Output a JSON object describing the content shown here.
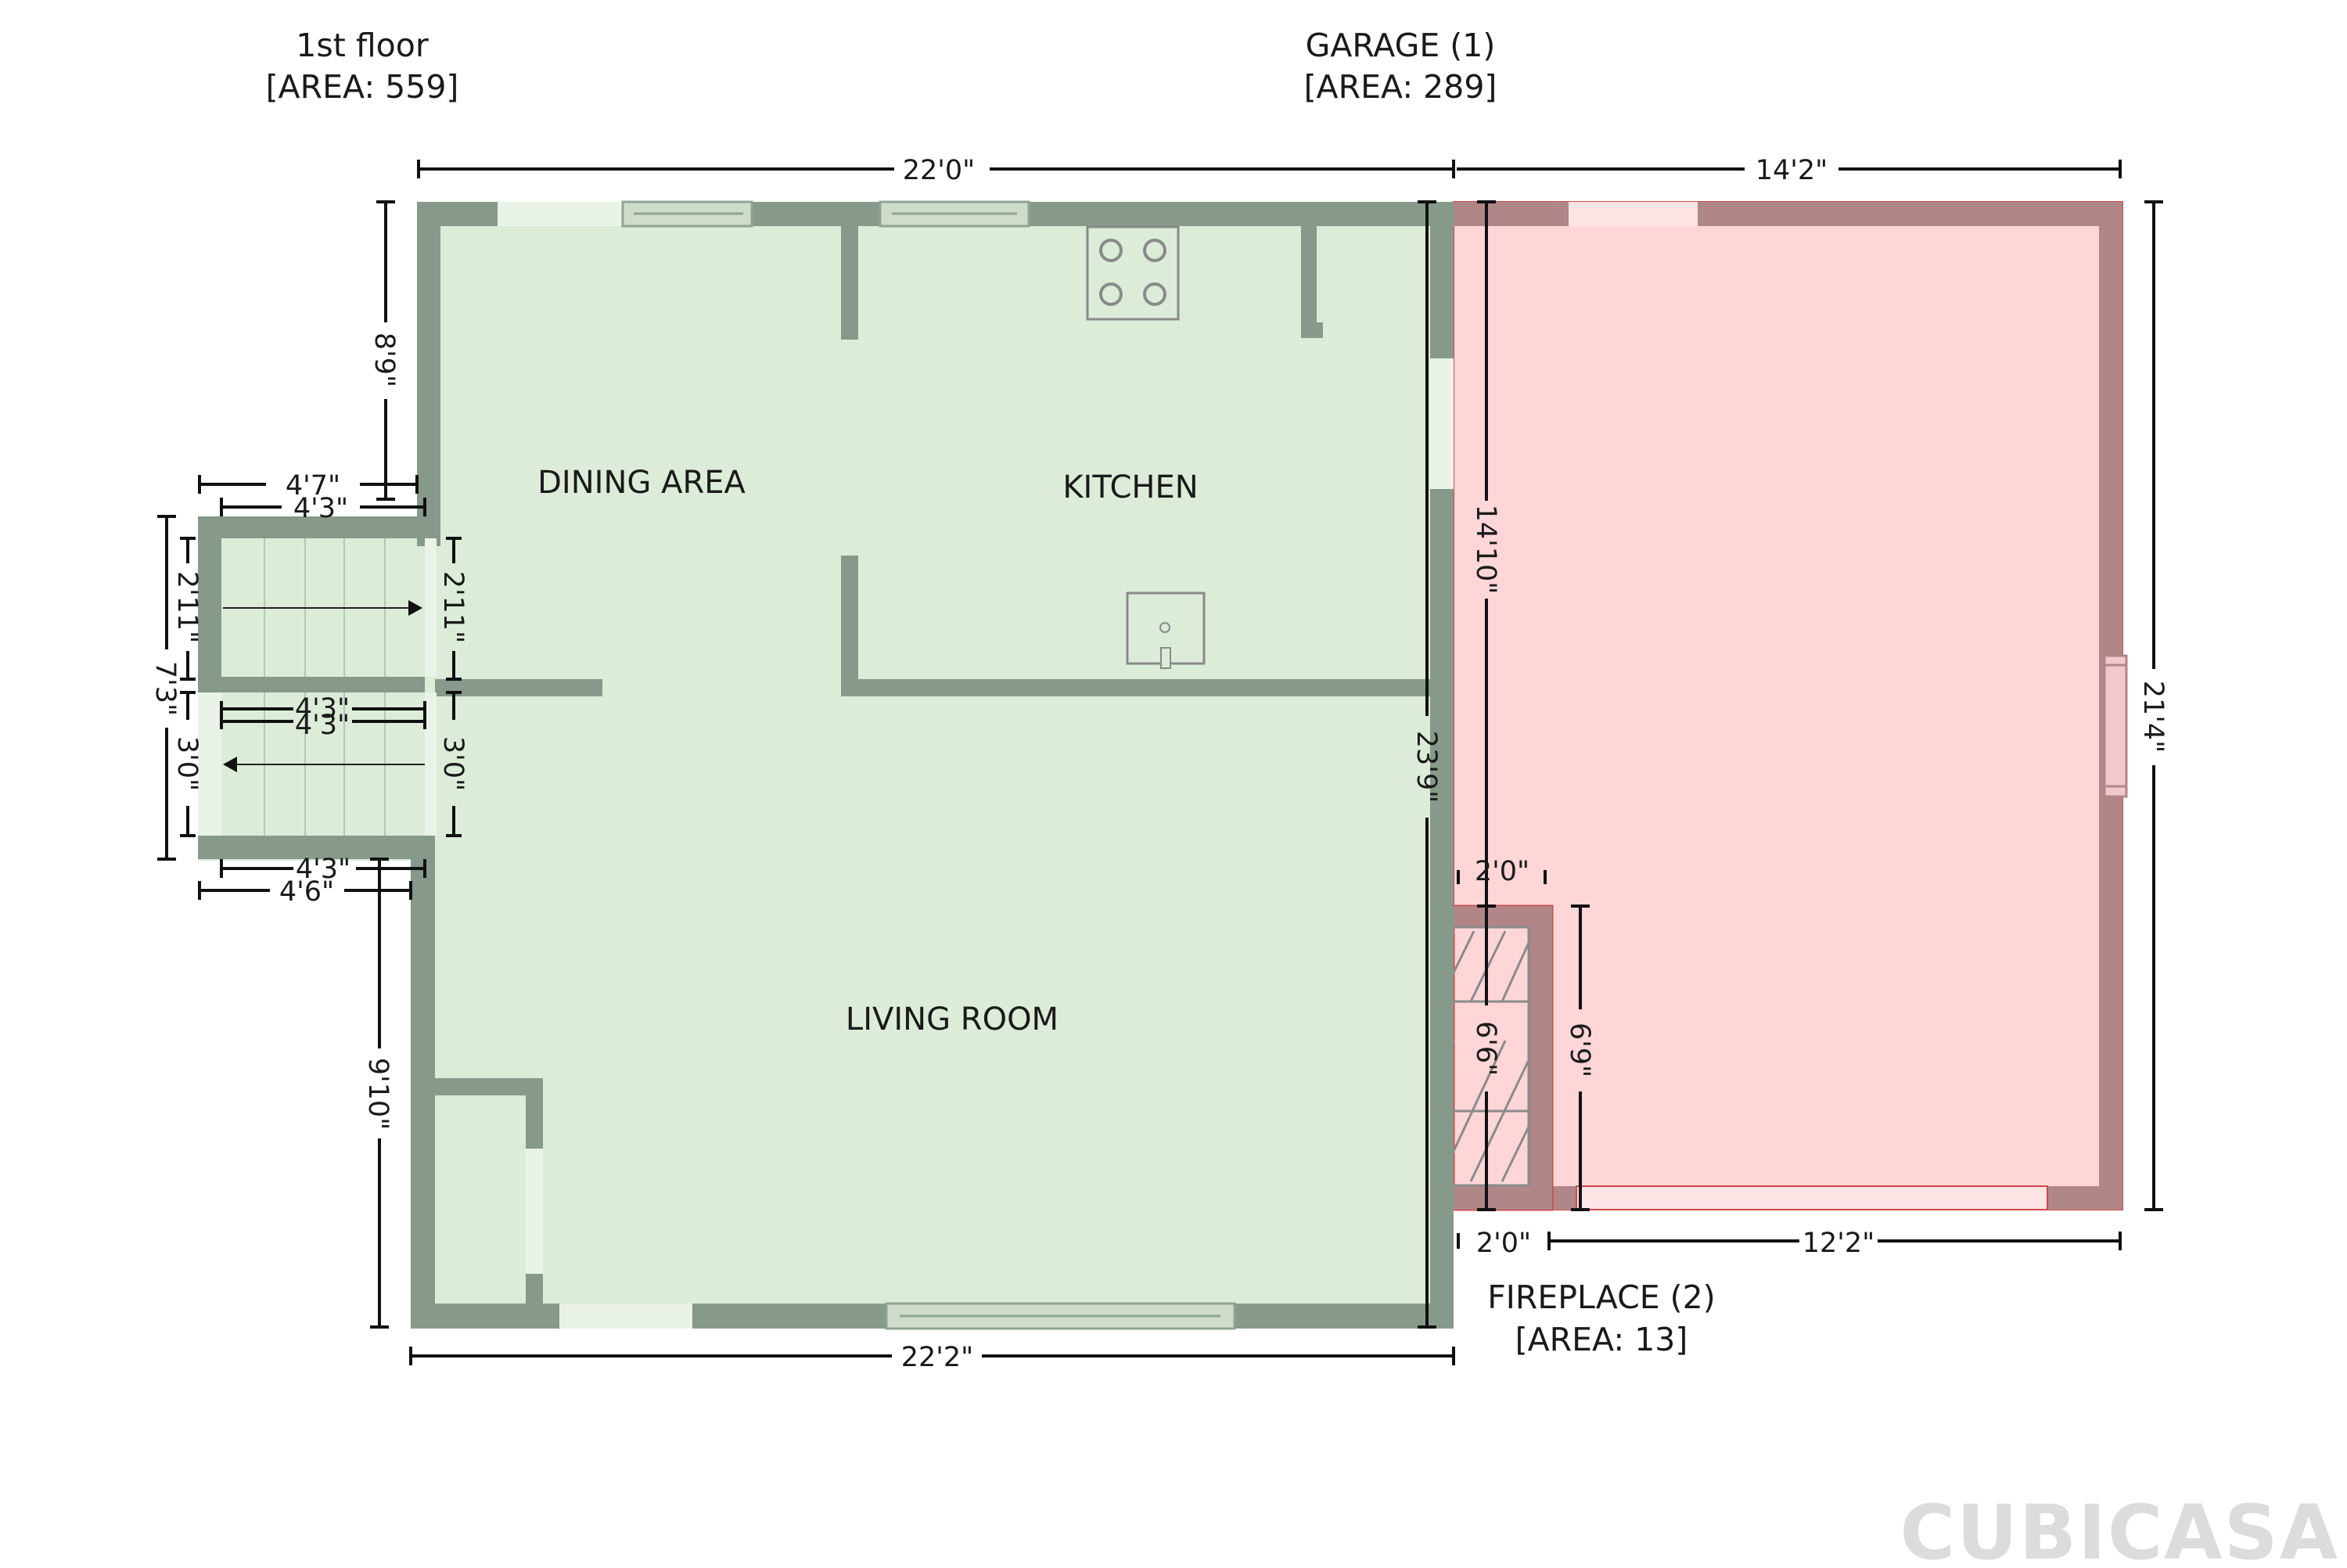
{
  "floor": {
    "name": "1st floor",
    "area": "[AREA: 559]"
  },
  "garage": {
    "name": "GARAGE (1)",
    "area": "[AREA: 289]"
  },
  "fireplace": {
    "name": "FIREPLACE (2)",
    "area": "[AREA: 13]"
  },
  "rooms": {
    "dining": "DINING AREA",
    "kitchen": "KITCHEN",
    "living": "LIVING ROOM"
  },
  "dimensions": {
    "top_main": "22'0\"",
    "top_garage": "14'2\"",
    "left_upper": "8'9\"",
    "stair_top_outer": "4'7\"",
    "stair_top_inner": "4'3\"",
    "stair_left_upper": "2'11\"",
    "stair_right_upper": "2'11\"",
    "stair_total": "7'3\"",
    "stair_mid_a": "4'3\"",
    "stair_mid_b": "4'3\"",
    "stair_left_lower": "3'0\"",
    "stair_right_lower": "3'0\"",
    "stair_bottom_inner": "4'3\"",
    "stair_bottom_outer": "4'6\"",
    "left_lower": "9'10\"",
    "bottom_main": "22'2\"",
    "inner_right_total": "23'9\"",
    "garage_inner_left": "14'10\"",
    "garage_right": "21'4\"",
    "fireplace_top": "2'0\"",
    "fireplace_height_inner": "6'6\"",
    "fireplace_height_outer": "6'9\"",
    "fireplace_bottom": "2'0\"",
    "garage_bottom": "12'2\""
  },
  "logo": "CUBICASA",
  "colors": {
    "living_fill": "#dcecd9",
    "living_wall": "#86998a",
    "garage_fill": "#ffd6d8",
    "garage_wall": "#b08689",
    "window_green": "#eaf3e8",
    "window_red": "#ffe4e6"
  }
}
